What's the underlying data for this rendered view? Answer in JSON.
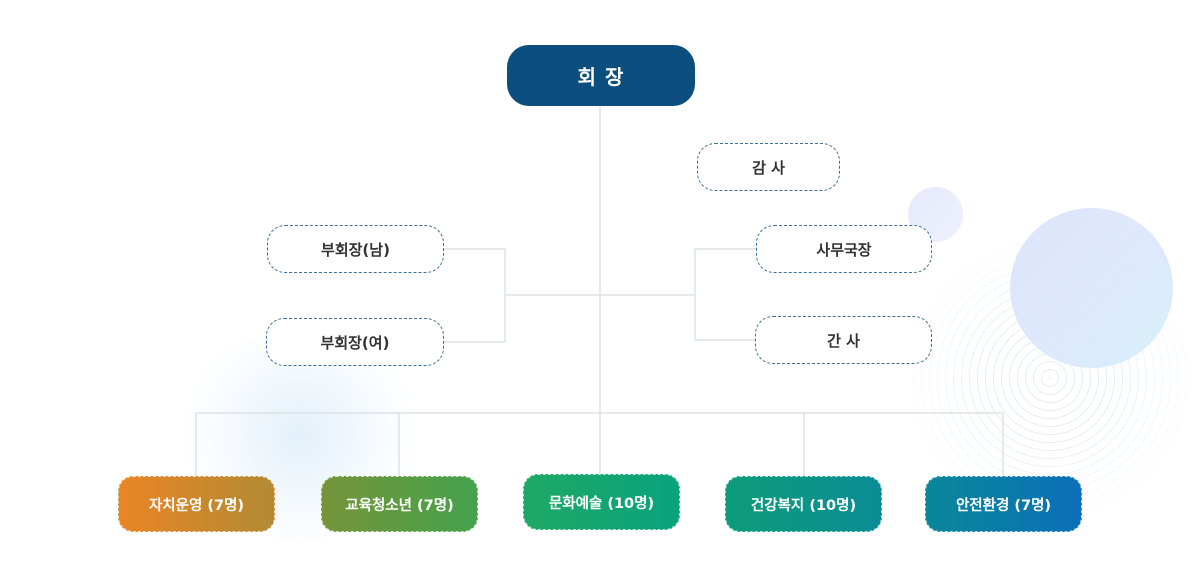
{
  "org_chart": {
    "chairman": "회 장",
    "auditor": "감 사",
    "vice_chair_male": "부회장(남)",
    "vice_chair_female": "부회장(여)",
    "secretary_general": "사무국장",
    "secretary": "간 사",
    "departments": [
      {
        "label": "자치운영 (7명)",
        "color_from": "#ea8525",
        "color_to": "#b28a33"
      },
      {
        "label": "교육청소년 (7명)",
        "color_from": "#76943a",
        "color_to": "#44a24c"
      },
      {
        "label": "문화예술 (10명)",
        "color_from": "#1ea865",
        "color_to": "#09a37c"
      },
      {
        "label": "건강복지 (10명)",
        "color_from": "#0d9c79",
        "color_to": "#0b8c95"
      },
      {
        "label": "안전환경 (7명)",
        "color_from": "#0a8798",
        "color_to": "#0b6fba"
      }
    ]
  },
  "colors": {
    "chairman_bg": "#0c4f7e",
    "dashed_border": "#3b6f9a",
    "connector": "#dde2e6"
  }
}
